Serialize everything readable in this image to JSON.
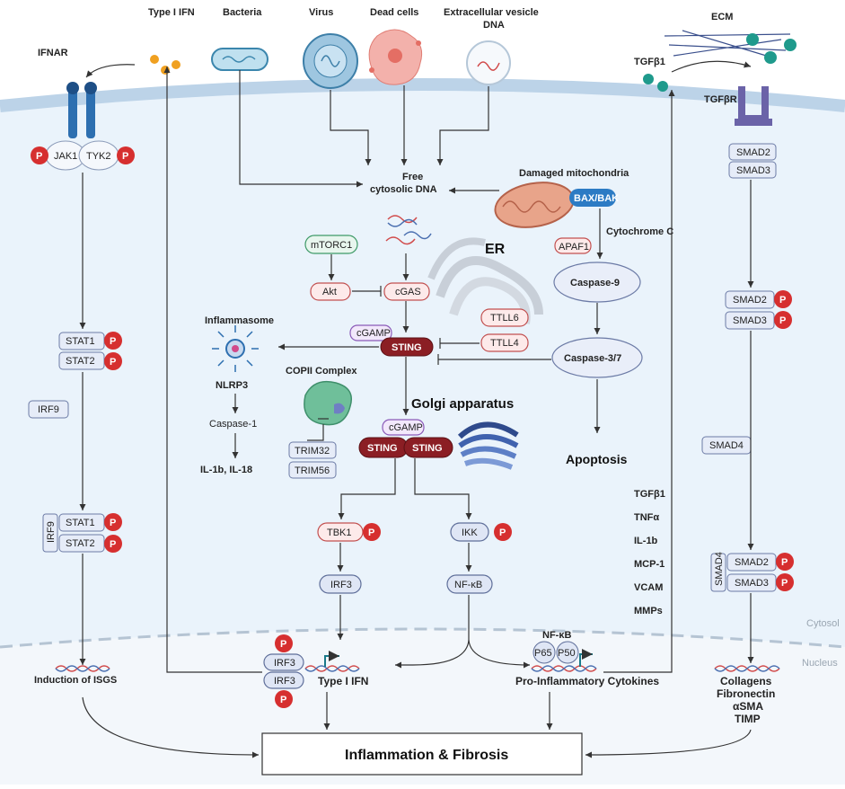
{
  "labels": {
    "type1_ifn_top": "Type I IFN",
    "bacteria": "Bacteria",
    "virus": "Virus",
    "dead_cells": "Dead cells",
    "ev_dna_1": "Extracellular vesicle",
    "ev_dna_2": "DNA",
    "ecm": "ECM",
    "tgfb1": "TGFβ1",
    "ifnar": "IFNAR",
    "tgfbr": "TGFβR",
    "jak1": "JAK1",
    "tyk2": "TYK2",
    "free_dna_1": "Free",
    "free_dna_2": "cytosolic DNA",
    "damaged_mito": "Damaged mitochondria",
    "bax_bak": "BAX/BAK",
    "cytochrome_c": "Cytochrome C",
    "apaf1": "APAF1",
    "caspase9": "Caspase-9",
    "caspase37": "Caspase-3/7",
    "apoptosis": "Apoptosis",
    "mtorc1": "mTORC1",
    "akt": "Akt",
    "cgas": "cGAS",
    "er": "ER",
    "ttll6": "TTLL6",
    "ttll4": "TTLL4",
    "cgamp": "cGAMP",
    "sting": "STING",
    "inflammasome": "Inflammasome",
    "nlrp3": "NLRP3",
    "caspase1": "Caspase-1",
    "il1b_il18": "IL-1b, IL-18",
    "copii": "COPII Complex",
    "golgi": "Golgi apparatus",
    "trim32": "TRIM32",
    "trim56": "TRIM56",
    "stat1": "STAT1",
    "stat2": "STAT2",
    "irf9": "IRF9",
    "smad2": "SMAD2",
    "smad3": "SMAD3",
    "smad4": "SMAD4",
    "tbk1": "TBK1",
    "ikk": "IKK",
    "irf3": "IRF3",
    "nfkb": "NF-κB",
    "p65": "P65",
    "p50": "P50",
    "p": "P",
    "cytokines_list": [
      "TGFβ1",
      "TNFα",
      "IL-1b",
      "MCP-1",
      "VCAM",
      "MMPs"
    ],
    "cytosol": "Cytosol",
    "nucleus": "Nucleus",
    "induction_isgs": "Induction of ISGS",
    "type1_ifn_nuc": "Type I IFN",
    "pro_inflam": "Pro-Inflammatory Cytokines",
    "collagens": "Collagens",
    "fibronectin": "Fibronectin",
    "asma": "αSMA",
    "timp": "TIMP",
    "inflammation_fibrosis": "Inflammation & Fibrosis"
  },
  "colors": {
    "p_badge": "#d62f2f",
    "sting": "#8b1e24",
    "cell_fill": "#eaf3fb",
    "membrane": "#cfe0ef",
    "node_fill": "#e6ecf8"
  }
}
